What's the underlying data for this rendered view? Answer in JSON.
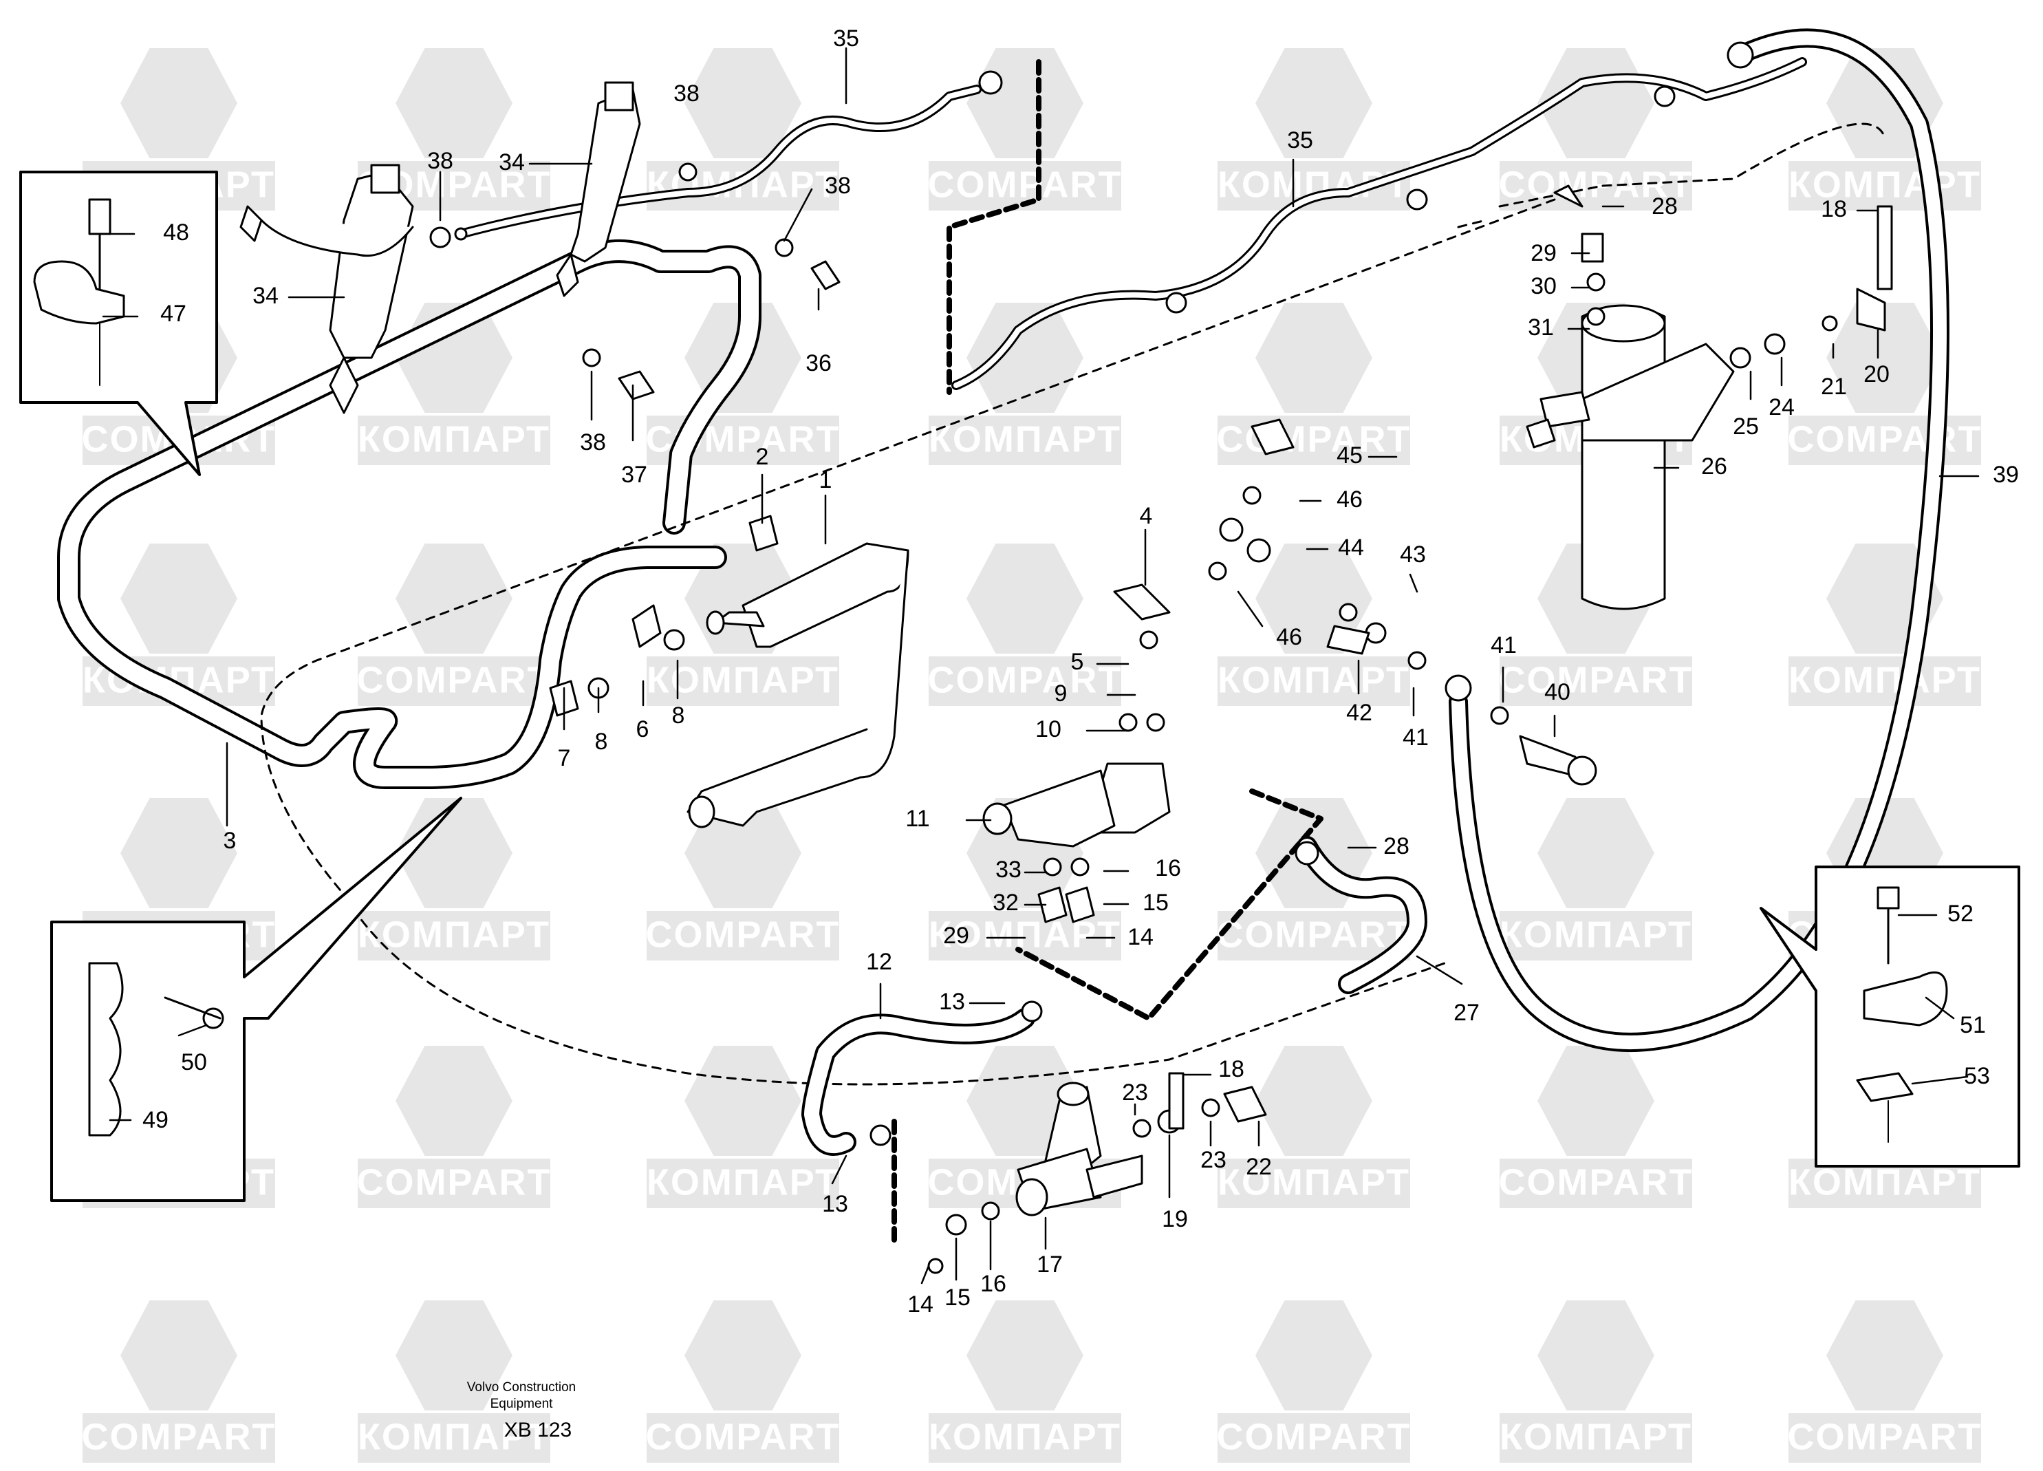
{
  "watermarks": {
    "left_word": "КОМПАРТ",
    "right_word": "COMPART",
    "color": "#e6e6e6"
  },
  "footer": {
    "line1": "Volvo Construction",
    "line2": "Equipment",
    "code": "XB 123"
  },
  "callouts": [
    {
      "id": "35",
      "label": "35"
    },
    {
      "id": "35b",
      "label": "35"
    },
    {
      "id": "38a",
      "label": "38"
    },
    {
      "id": "38b",
      "label": "38"
    },
    {
      "id": "38c",
      "label": "38"
    },
    {
      "id": "38d",
      "label": "38"
    },
    {
      "id": "34a",
      "label": "34"
    },
    {
      "id": "34b",
      "label": "34"
    },
    {
      "id": "48",
      "label": "48"
    },
    {
      "id": "47",
      "label": "47"
    },
    {
      "id": "36",
      "label": "36"
    },
    {
      "id": "37",
      "label": "37"
    },
    {
      "id": "2",
      "label": "2"
    },
    {
      "id": "1",
      "label": "1"
    },
    {
      "id": "3",
      "label": "3"
    },
    {
      "id": "7",
      "label": "7"
    },
    {
      "id": "8a",
      "label": "8"
    },
    {
      "id": "6",
      "label": "6"
    },
    {
      "id": "8b",
      "label": "8"
    },
    {
      "id": "4",
      "label": "4"
    },
    {
      "id": "5",
      "label": "5"
    },
    {
      "id": "9",
      "label": "9"
    },
    {
      "id": "10",
      "label": "10"
    },
    {
      "id": "11",
      "label": "11"
    },
    {
      "id": "33",
      "label": "33"
    },
    {
      "id": "32",
      "label": "32"
    },
    {
      "id": "29a",
      "label": "29"
    },
    {
      "id": "16a",
      "label": "16"
    },
    {
      "id": "15a",
      "label": "15"
    },
    {
      "id": "14a",
      "label": "14"
    },
    {
      "id": "12",
      "label": "12"
    },
    {
      "id": "13a",
      "label": "13"
    },
    {
      "id": "13b",
      "label": "13"
    },
    {
      "id": "50",
      "label": "50"
    },
    {
      "id": "49",
      "label": "49"
    },
    {
      "id": "14b",
      "label": "14"
    },
    {
      "id": "15b",
      "label": "15"
    },
    {
      "id": "16b",
      "label": "16"
    },
    {
      "id": "17",
      "label": "17"
    },
    {
      "id": "23a",
      "label": "23"
    },
    {
      "id": "18a",
      "label": "18"
    },
    {
      "id": "19",
      "label": "19"
    },
    {
      "id": "23b",
      "label": "23"
    },
    {
      "id": "22",
      "label": "22"
    },
    {
      "id": "45",
      "label": "45"
    },
    {
      "id": "46a",
      "label": "46"
    },
    {
      "id": "44",
      "label": "44"
    },
    {
      "id": "46b",
      "label": "46"
    },
    {
      "id": "43",
      "label": "43"
    },
    {
      "id": "42",
      "label": "42"
    },
    {
      "id": "41a",
      "label": "41"
    },
    {
      "id": "41b",
      "label": "41"
    },
    {
      "id": "40",
      "label": "40"
    },
    {
      "id": "28a",
      "label": "28"
    },
    {
      "id": "29b",
      "label": "29"
    },
    {
      "id": "30",
      "label": "30"
    },
    {
      "id": "31",
      "label": "31"
    },
    {
      "id": "18b",
      "label": "18"
    },
    {
      "id": "21",
      "label": "21"
    },
    {
      "id": "20",
      "label": "20"
    },
    {
      "id": "24",
      "label": "24"
    },
    {
      "id": "25",
      "label": "25"
    },
    {
      "id": "26",
      "label": "26"
    },
    {
      "id": "39",
      "label": "39"
    },
    {
      "id": "28b",
      "label": "28"
    },
    {
      "id": "27",
      "label": "27"
    },
    {
      "id": "52",
      "label": "52"
    },
    {
      "id": "51",
      "label": "51"
    },
    {
      "id": "53",
      "label": "53"
    }
  ]
}
